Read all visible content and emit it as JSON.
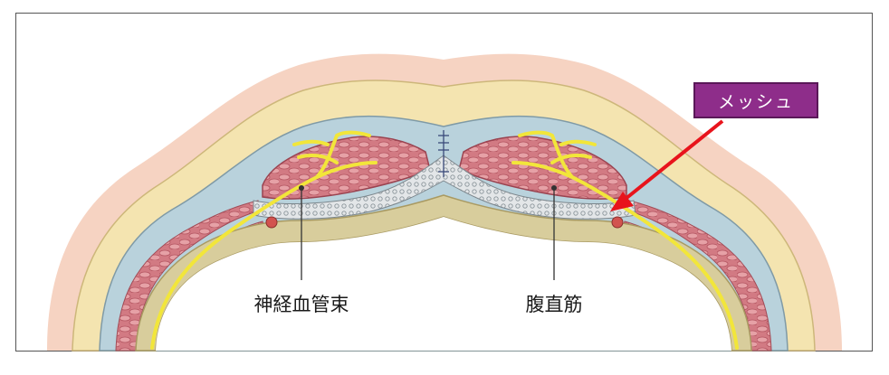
{
  "labels": {
    "mesh": "メッシュ",
    "neurovascular_bundle": "神経血管束",
    "rectus_muscle": "腹直筋"
  },
  "colors": {
    "skin": "#f6d3c2",
    "fat": "#f4e4b0",
    "fascia_blue": "#b9d2dc",
    "muscle": "#d97c86",
    "peritoneum": "#d8cd9c",
    "nerve": "#f2e63a",
    "mesh_callout": "#8e2d8a",
    "arrow": "#e8141c"
  }
}
